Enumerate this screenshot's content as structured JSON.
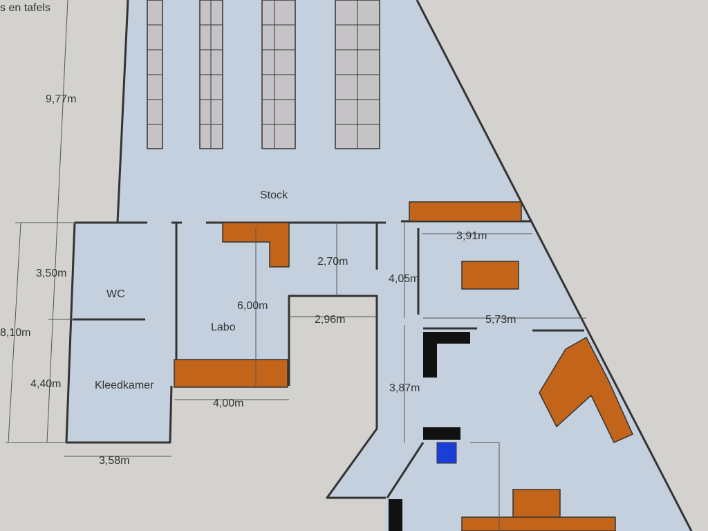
{
  "header_fragment": "s en tafels",
  "rooms": {
    "stock": "Stock",
    "wc": "WC",
    "labo": "Labo",
    "kleedkamer": "Kleedkamer"
  },
  "dimensions": {
    "d_977": "9,77m",
    "d_350": "3,50m",
    "d_810": "8,10m",
    "d_440": "4,40m",
    "d_358": "3,58m",
    "d_600": "6,00m",
    "d_400": "4,00m",
    "d_270": "2,70m",
    "d_296": "2,96m",
    "d_405": "4,05m",
    "d_391": "3,91m",
    "d_573": "5,73m",
    "d_387": "3,87m"
  },
  "colors": {
    "floor": "#c4d0dd",
    "background": "#d4d2cf",
    "furniture": "#c2641a",
    "black_furniture": "#111111",
    "blue_fixture": "#1a3fd6",
    "shelf": "#c6c3c6"
  }
}
